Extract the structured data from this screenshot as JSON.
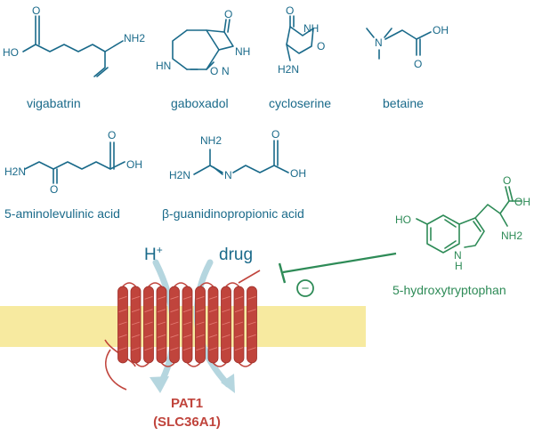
{
  "colors": {
    "molecule": "#1a6a8a",
    "inhibitor": "#2e8b57",
    "protein": "#c0443c",
    "membrane": "#f7eaa0",
    "arrow": "#b5d6df"
  },
  "compounds": [
    {
      "name": "vigabatrin",
      "atoms": {
        "hydroxyl": "HO",
        "carbonyl": "O",
        "amine": "NH2"
      }
    },
    {
      "name": "gaboxadol",
      "atoms": {
        "carbonyl": "O",
        "ring_nh": "NH",
        "ring_o": "O",
        "ring_n": "N",
        "amine": "HN"
      }
    },
    {
      "name": "cycloserine",
      "atoms": {
        "carbonyl": "O",
        "ring_nh": "NH",
        "ring_o": "O",
        "amine": "H2N"
      }
    },
    {
      "name": "betaine",
      "atoms": {
        "ammonium": "N",
        "hydroxyl": "OH",
        "carbonyl": "O"
      }
    },
    {
      "name": "5-aminolevulinic acid",
      "atoms": {
        "amine": "H2N",
        "ketone": "O",
        "hydroxyl": "OH",
        "carbonyl": "O"
      }
    },
    {
      "name": "β-guanidinopropionic acid",
      "atoms": {
        "amine_top": "NH2",
        "amine_left": "H2N",
        "imine": "N",
        "hydroxyl": "OH",
        "carbonyl": "O"
      }
    }
  ],
  "inhibitor": {
    "name": "5-hydroxytryptophan",
    "atoms": {
      "hydroxyl": "HO",
      "indole_n": "N",
      "indole_h": "H",
      "carbonyl": "O",
      "acid_oh": "OH",
      "amine": "NH2"
    },
    "effect_symbol": "−"
  },
  "transport": {
    "ion": "H",
    "ion_charge": "+",
    "substrate": "drug"
  },
  "protein": {
    "name": "PAT1",
    "gene": "(SLC36A1)",
    "helix_count": 11
  }
}
